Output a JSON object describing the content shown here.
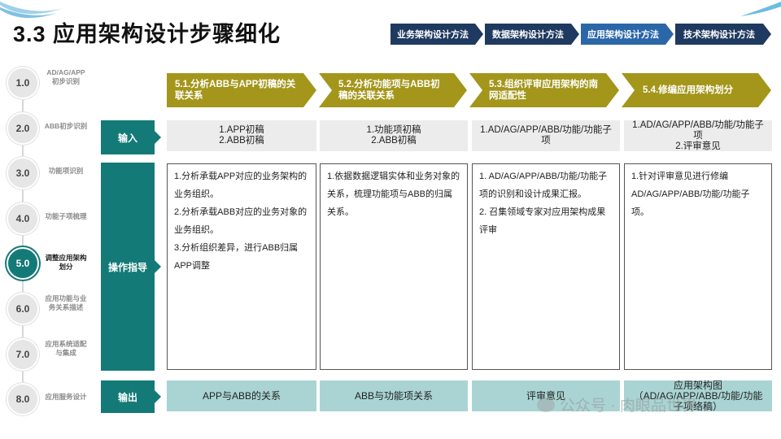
{
  "page": {
    "title": "3.3 应用架构设计步骤细化"
  },
  "breadcrumb": [
    {
      "label": "业务架构设计方法",
      "active": false
    },
    {
      "label": "数据架构设计方法",
      "active": false
    },
    {
      "label": "应用架构设计方法",
      "active": true
    },
    {
      "label": "技术架构设计方法",
      "active": false
    }
  ],
  "steps": [
    {
      "num": "1.0",
      "label": "AD/AG/APP初步识别",
      "active": false
    },
    {
      "num": "2.0",
      "label": "ABB初步识别",
      "active": false
    },
    {
      "num": "3.0",
      "label": "功能项识别",
      "active": false
    },
    {
      "num": "4.0",
      "label": "功能子项梳理",
      "active": false
    },
    {
      "num": "5.0",
      "label": "调整应用架构划分",
      "active": true
    },
    {
      "num": "6.0",
      "label": "应用功能与业务关系描述",
      "active": false
    },
    {
      "num": "7.0",
      "label": "应用系统适配与集成",
      "active": false
    },
    {
      "num": "8.0",
      "label": "应用服务设计",
      "active": false
    }
  ],
  "phases": [
    {
      "label": "5.1.分析ABB与APP初稿的关联关系"
    },
    {
      "label": "5.2.分析功能项与ABB初稿的关联关系"
    },
    {
      "label": "5.3.组织评审应用架构的南网适配性"
    },
    {
      "label": "5.4.修编应用架构划分"
    }
  ],
  "row_labels": {
    "input": "输入",
    "guide": "操作指导",
    "output": "输出"
  },
  "inputs": [
    [
      "1.APP初稿",
      "2.ABB初稿"
    ],
    [
      "1.功能项初稿",
      "2.ABB初稿"
    ],
    [
      "1.AD/AG/APP/ABB/功能/功能子项"
    ],
    [
      "1.AD/AG/APP/ABB/功能/功能子项",
      "2.评审意见"
    ]
  ],
  "guides": [
    [
      "1.分析承载APP对应的业务架构的业务组织。",
      "2.分析承载ABB对应的业务对象的业务组织。",
      "3.分析组织差异，进行ABB归属APP调整"
    ],
    [
      "1.依据数据逻辑实体和业务对象的关系，梳理功能项与ABB的归属关系。"
    ],
    [
      "1. AD/AG/APP/ABB/功能/功能子项的识别和设计成果汇报。",
      "2. 召集领域专家对应用架构成果评审"
    ],
    [
      "1.针对评审意见进行修编AD/AG/APP/ABB/功能/功能子项。"
    ]
  ],
  "outputs": [
    [
      "APP与ABB的关系"
    ],
    [
      "ABB与功能项关系"
    ],
    [
      "评审意见"
    ],
    [
      "应用架构图",
      "（AD/AG/APP/ABB/功能/功能子项络稿）"
    ]
  ],
  "watermark": "公众号 · 肉眼品世界",
  "colors": {
    "teal": "#147a77",
    "olive": "#a3961b",
    "navy": "#1f3a60",
    "blue": "#2b67a8",
    "output_bg": "#a9d4d3"
  }
}
